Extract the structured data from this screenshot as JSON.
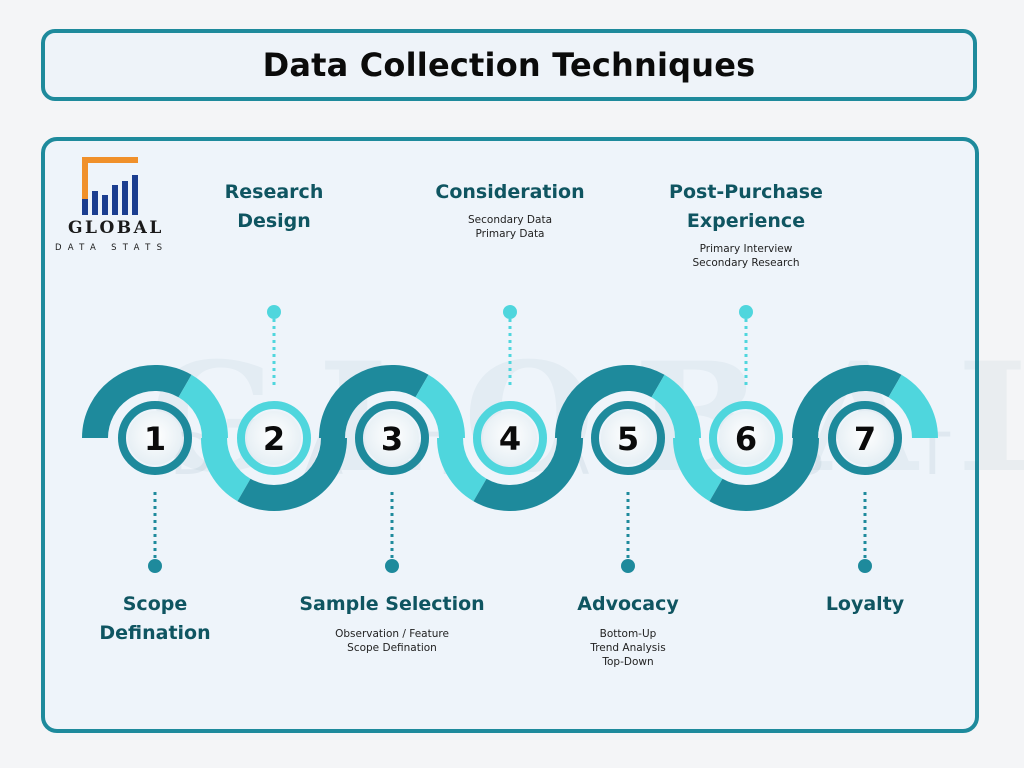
{
  "title": "Data Collection Techniques",
  "logo": {
    "line1": "GLOBAL",
    "line2": "DATA STATS"
  },
  "watermark": {
    "line1": "GLOBAL",
    "line2": "DATA STATS"
  },
  "colors": {
    "dark": "#1e8a9c",
    "light": "#4fd6dd",
    "label": "#0f5561",
    "border": "#1e8a9c"
  },
  "steps": [
    {
      "number": "1",
      "label_lines": [
        "Scope",
        "Defination"
      ],
      "details": [],
      "position": "bottom"
    },
    {
      "number": "2",
      "label_lines": [
        "Research",
        "Design"
      ],
      "details": [],
      "position": "top"
    },
    {
      "number": "3",
      "label_lines": [
        "Sample Selection"
      ],
      "details": [
        "Observation / Feature",
        "Scope Defination"
      ],
      "position": "bottom"
    },
    {
      "number": "4",
      "label_lines": [
        "Consideration"
      ],
      "details": [
        "Secondary Data",
        "Primary Data"
      ],
      "position": "top"
    },
    {
      "number": "5",
      "label_lines": [
        "Advocacy"
      ],
      "details": [
        "Bottom-Up",
        "Trend Analysis",
        "Top-Down"
      ],
      "position": "bottom"
    },
    {
      "number": "6",
      "label_lines": [
        "Post-Purchase",
        "Experience"
      ],
      "details": [
        "Primary Interview",
        "Secondary Research"
      ],
      "position": "top"
    },
    {
      "number": "7",
      "label_lines": [
        "Loyalty"
      ],
      "details": [],
      "position": "bottom"
    }
  ]
}
